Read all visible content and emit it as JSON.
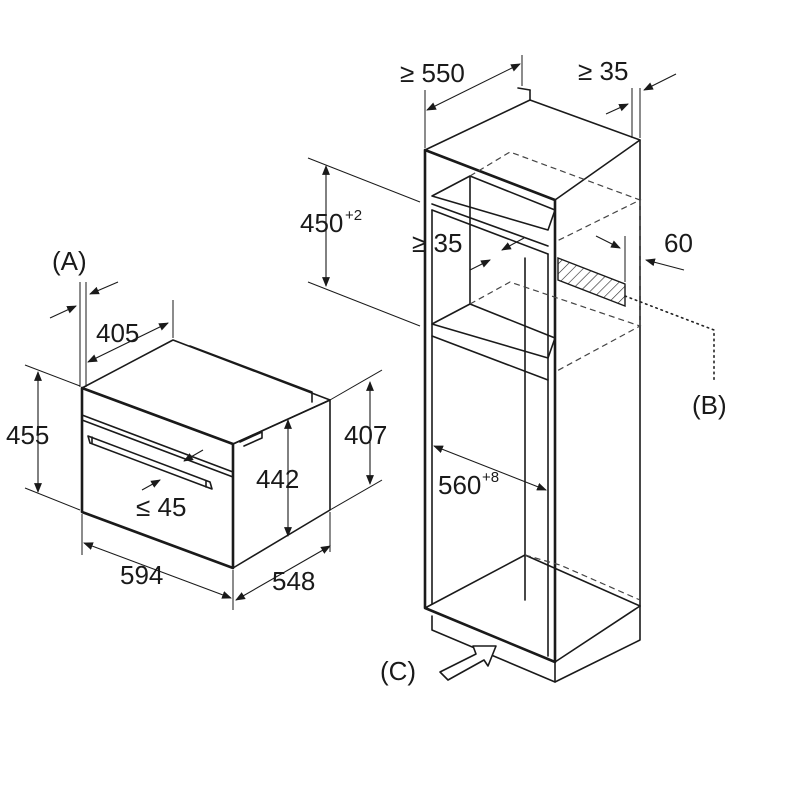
{
  "labels": {
    "a": "(A)",
    "b": "(B)",
    "c": "(C)"
  },
  "oven": {
    "width": "594",
    "height": "455",
    "depth": "548",
    "top_depth": "405",
    "inner_height": "442",
    "rear_height": "407",
    "handle_clearance": "≤ 45"
  },
  "cabinet": {
    "min_depth": "≥ 550",
    "min_wall": "≥ 35",
    "opening_height": "450",
    "opening_height_tolerance": "+2",
    "shelf_clearance": "≥ 35",
    "vent_depth": "60",
    "niche_width": "560",
    "niche_width_tolerance": "+8"
  }
}
